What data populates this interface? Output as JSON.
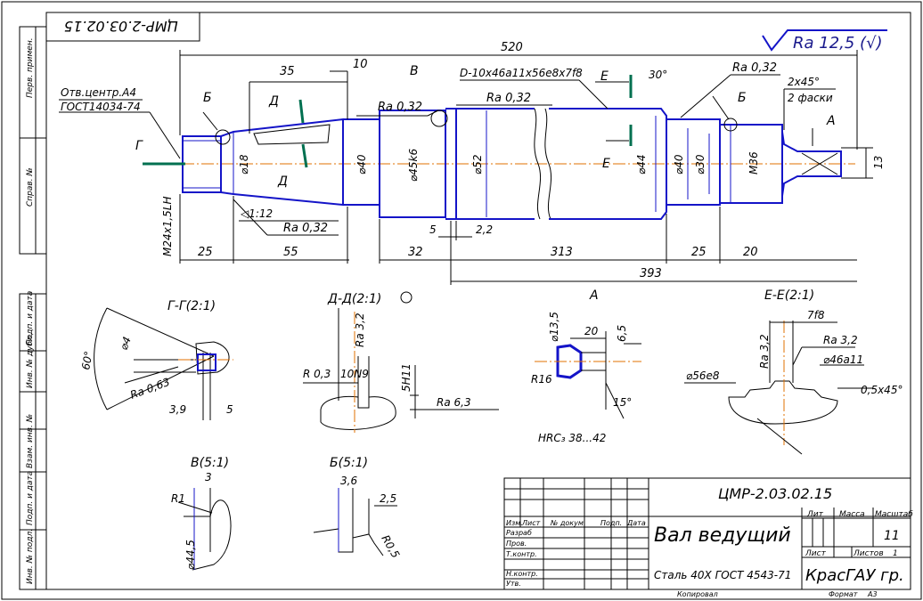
{
  "stamp": {
    "code_rotated": "ЦМР-2.03.02.15",
    "code": "ЦМР-2.03.02.15",
    "title": "Вал ведущий",
    "material": "Сталь 40Х ГОСТ 4543-71",
    "org": "КрасГАУ гр.",
    "lit": "Лит",
    "mass": "Масса",
    "scale_h": "Масштаб",
    "scale": "11",
    "sheet": "Лист",
    "sheets": "Листов",
    "sheets_n": "1",
    "copied": "Копировал",
    "format": "Формат",
    "format_v": "А3",
    "roles": [
      "Изм.",
      "Лист",
      "№ докум.",
      "Подп.",
      "Дата",
      "Разраб",
      "Пров.",
      "Т.контр.",
      "Н.контр.",
      "Утв."
    ]
  },
  "side": [
    "Перв. примен.",
    "Справ. №",
    "Подп. и дата",
    "Инв. № дубл.",
    "Взам. инв. №",
    "Подп. и дата",
    "Инв. № подл."
  ],
  "roughness": {
    "general": "Ra 12,5 (√)"
  },
  "main": {
    "total": "520",
    "d393": "393",
    "d25a": "25",
    "d55": "55",
    "d32": "32",
    "d313": "313",
    "d25b": "25",
    "d20": "20",
    "d35": "35",
    "d10": "10",
    "d5": "5",
    "d22": "2,2",
    "center": "Отв.центр.А4",
    "gost": "ГОСТ14034-74",
    "thread": "M24x1,5LH",
    "taper": "◁1:12",
    "ra32a": "Ra 0,32",
    "ra32b": "Ra 0,32",
    "ra32c": "Ra 0,32",
    "ra32d": "Ra 0,32",
    "spline": "D-10x46a11x56e8x7f8",
    "chamfer1": "2x45°",
    "chamfer2": "2 фаски",
    "ang30": "30°",
    "dia18": "⌀18",
    "dia40a": "⌀40",
    "dia45": "⌀45k6",
    "dia52": "⌀52",
    "dia44": "⌀44",
    "dia40b": "⌀40",
    "dia30": "⌀30",
    "m36": "M36",
    "d13": "13",
    "lB1": "Б",
    "lB2": "Б",
    "lV": "В",
    "lG": "Г",
    "lD1": "Д",
    "lD2": "Д",
    "lE1": "Е",
    "lE2": "Е",
    "lA": "А"
  },
  "sections": {
    "gg": {
      "title": "Г-Г(2:1)",
      "ang": "60°",
      "dia4": "⌀4",
      "ra": "Ra 0,63",
      "d39": "3,9",
      "d5": "5"
    },
    "dd": {
      "title": "Д-Д(2:1)",
      "ra32": "Ra 3,2",
      "r03": "R 0,3",
      "n9": "10N9",
      "h11": "5H11",
      "ra63": "Ra 6,3"
    },
    "a": {
      "title": "А",
      "d135": "⌀13,5",
      "d20": "20",
      "d65": "6,5",
      "r16": "R16",
      "ang": "15°",
      "hrc": "HRC₃ 38...42"
    },
    "ee": {
      "title": "Е-Е(2:1)",
      "d78": "7f8",
      "ra32": "Ra 3,2",
      "ra32b": "Ra 3,2",
      "d46": "⌀46a11",
      "d56": "⌀56e8",
      "ch": "0,5x45°"
    },
    "v": {
      "title": "В(5:1)",
      "r1": "R1",
      "d3": "3",
      "d445": "⌀44,5"
    },
    "b": {
      "title": "Б(5:1)",
      "d36": "3,6",
      "d25": "2,5",
      "r05": "R0,5"
    }
  }
}
